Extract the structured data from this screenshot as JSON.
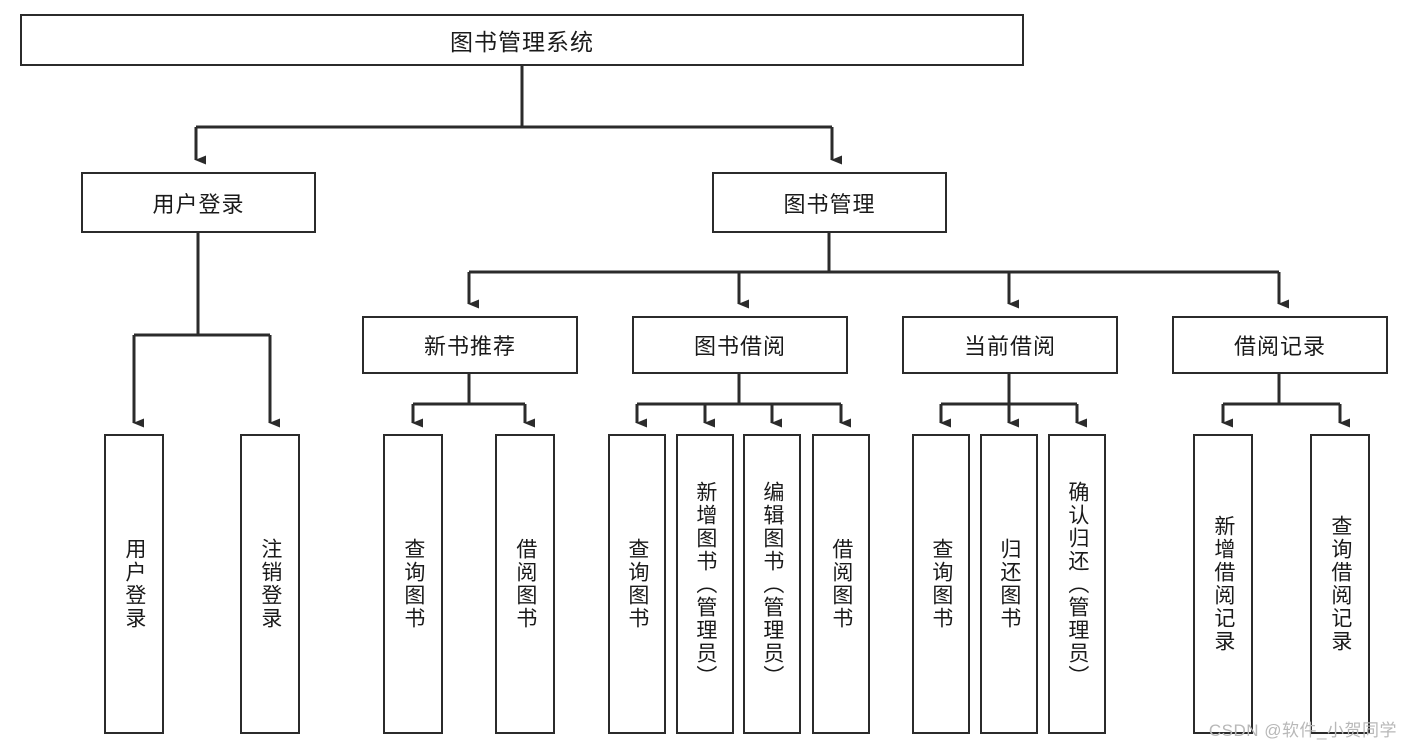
{
  "diagram": {
    "title": "图书管理系统",
    "type": "tree-hierarchy-chart",
    "colors": {
      "box_border": "#2b2b2b",
      "box_fill": "#ffffff",
      "connector": "#2b2b2b",
      "background": "#ffffff",
      "watermark": "#b8b8b8"
    },
    "root": {
      "label": "图书管理系统"
    },
    "level2": [
      {
        "label": "用户登录"
      },
      {
        "label": "图书管理"
      }
    ],
    "level3": [
      {
        "label": "新书推荐"
      },
      {
        "label": "图书借阅"
      },
      {
        "label": "当前借阅"
      },
      {
        "label": "借阅记录"
      }
    ],
    "leaves": {
      "user_login": [
        {
          "label": "用户登录"
        },
        {
          "label": "注销登录"
        }
      ],
      "new_book_recommend": [
        {
          "label": "查询图书"
        },
        {
          "label": "借阅图书"
        }
      ],
      "book_borrow": [
        {
          "label": "查询图书"
        },
        {
          "label": "新增图书（管理员）"
        },
        {
          "label": "编辑图书（管理员）"
        },
        {
          "label": "借阅图书"
        }
      ],
      "current_borrow": [
        {
          "label": "查询图书"
        },
        {
          "label": "归还图书"
        },
        {
          "label": "确认归还（管理员）"
        }
      ],
      "borrow_record": [
        {
          "label": "新增借阅记录"
        },
        {
          "label": "查询借阅记录"
        }
      ]
    }
  },
  "watermark": {
    "text": "CSDN @软件_小贺同学"
  }
}
